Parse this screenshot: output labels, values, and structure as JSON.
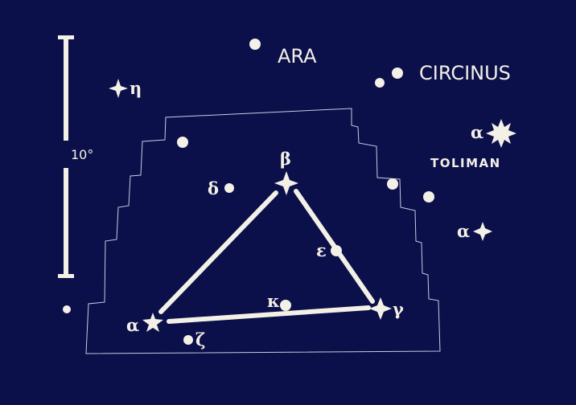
{
  "colors": {
    "background": "#0b0f4a",
    "stars": "#f3f0e6",
    "boundary": "#c9cde0"
  },
  "scale": {
    "label": "10°"
  },
  "constellation_labels": {
    "ara": "ARA",
    "circinus": "CIRCINUS"
  },
  "star_labels": {
    "eta": "η",
    "delta": "δ",
    "beta": "β",
    "epsilon": "ε",
    "kappa": "κ",
    "gamma": "γ",
    "alpha_tri": "α",
    "zeta": "ζ",
    "alpha_cen": "α",
    "toliman": "TOLIMAN",
    "alpha_cen_b": "α"
  },
  "icons": [
    "four-point-star-icon",
    "eight-point-star-icon",
    "five-point-star-icon",
    "dot-star-icon"
  ]
}
